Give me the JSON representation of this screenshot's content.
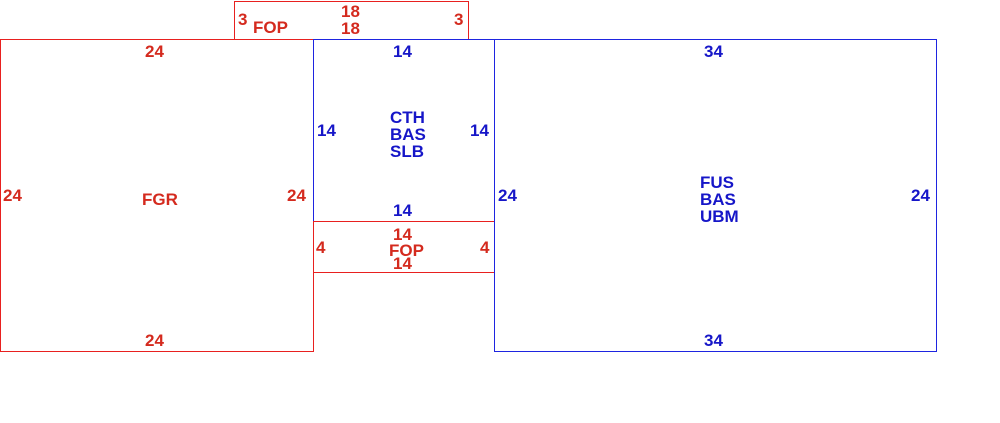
{
  "pieces": {
    "fop_top": {
      "name": "FOP",
      "top": "18",
      "top_inner": "18",
      "left": "3",
      "right": "3"
    },
    "fgr": {
      "name": "FGR",
      "top": "24",
      "bottom": "24",
      "left": "24",
      "right": "24"
    },
    "cth": {
      "lines": [
        "CTH",
        "BAS",
        "SLB"
      ],
      "top": "14",
      "bottom": "14",
      "left": "14",
      "right": "14"
    },
    "fop_mid": {
      "name": "FOP",
      "top": "14",
      "bottom": "14",
      "left": "4",
      "right": "4"
    },
    "fus": {
      "lines": [
        "FUS",
        "BAS",
        "UBM"
      ],
      "top": "34",
      "bottom": "34",
      "left": "24",
      "right": "24"
    }
  },
  "colors": {
    "red": "#e8201f",
    "blue": "#1e24e0"
  }
}
